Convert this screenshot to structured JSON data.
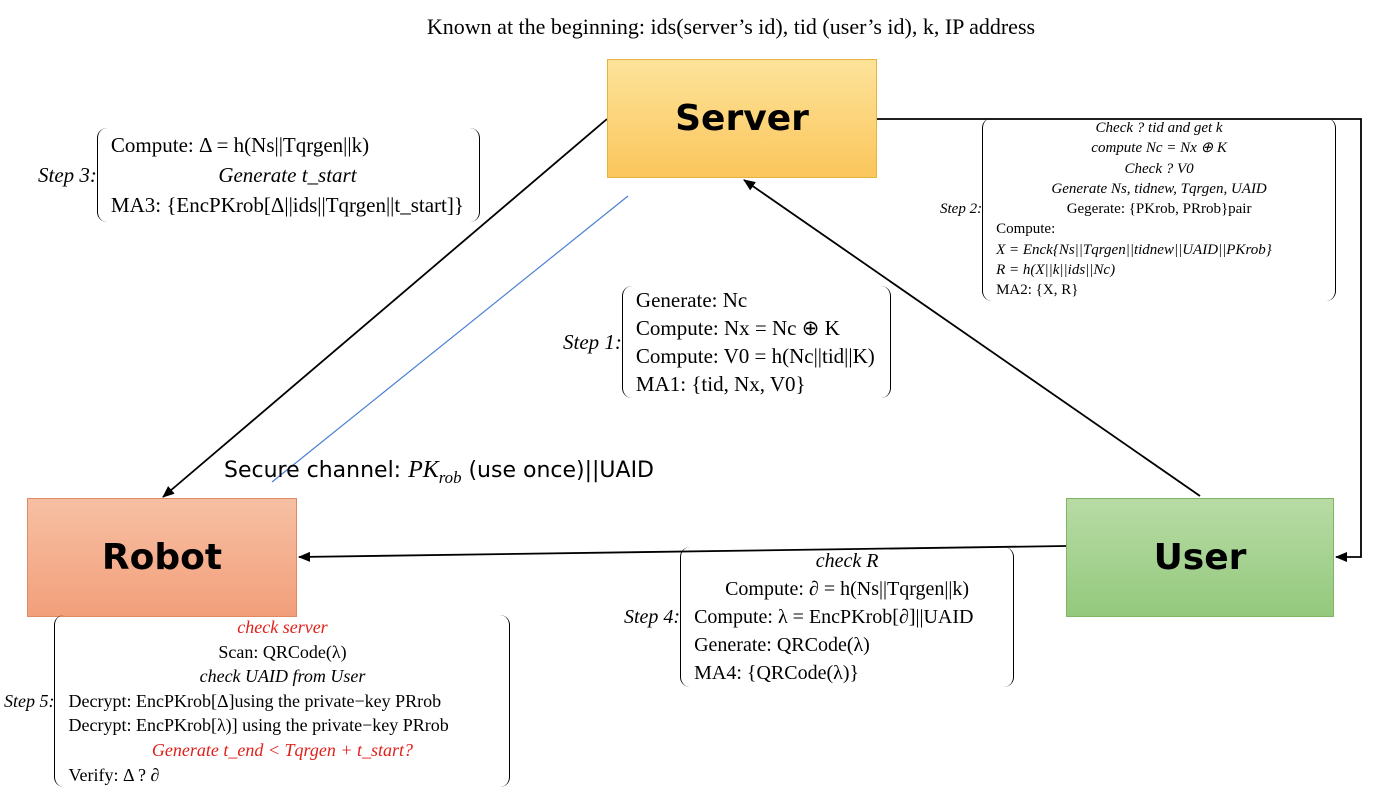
{
  "title": "Known at the beginning: ids(server’s id), tid (user’s id), k, IP address",
  "entities": {
    "server": "Server",
    "robot": "Robot",
    "user": "User"
  },
  "secure_channel": {
    "prefix": "Secure channel: ",
    "pk": "PK",
    "pk_sub": "rob",
    "suffix": " (use once)||UAID"
  },
  "step1": {
    "label": "Step 1:",
    "lines": [
      "Generate: Nc",
      "Compute: Nx = Nc ⊕ K",
      "Compute: V0 = h(Nc||tid||K)",
      "MA1: {tid, Nx, V0}"
    ]
  },
  "step2": {
    "label": "Step 2:",
    "lines": [
      "Check ? tid and get k",
      "compute Nc = Nx ⊕ K",
      "Check ? V0",
      "Generate Ns, tidnew, Tqrgen, UAID",
      "Gegerate: {PKrob, PRrob}pair",
      "Compute:",
      "X = Enck{Ns||Tqrgen||tidnew||UAID||PKrob}",
      "R = h(X||k||ids||Nc)",
      "MA2: {X, R}"
    ]
  },
  "step3": {
    "label": "Step 3:",
    "lines": [
      "Compute: Δ = h(Ns||Tqrgen||k)",
      "Generate t_start",
      "MA3: {EncPKrob[Δ||ids||Tqrgen||t_start]}"
    ]
  },
  "step4": {
    "label": "Step 4:",
    "lines": [
      "check R",
      "Compute: ∂ = h(Ns||Tqrgen||k)",
      "Compute: λ = EncPKrob[∂]||UAID",
      "Generate: QRCode(λ)",
      "MA4: {QRCode(λ)}"
    ]
  },
  "step5": {
    "label": "Step 5:",
    "lines": [
      "check server",
      "Scan: QRCode(λ)",
      "check UAID from User",
      "Decrypt: EncPKrob[Δ]using the private−key PRrob",
      "Decrypt: EncPKrob[λ)] using the private−key PRrob",
      "Generate t_end < Tqrgen + t_start?",
      "Verify: Δ ? ∂"
    ]
  },
  "colors": {
    "server_fill": "#fbc65c",
    "robot_fill": "#f29f7b",
    "user_fill": "#94c97d",
    "highlight_red": "#e0201b",
    "secure_line": "#4a7fd4"
  }
}
